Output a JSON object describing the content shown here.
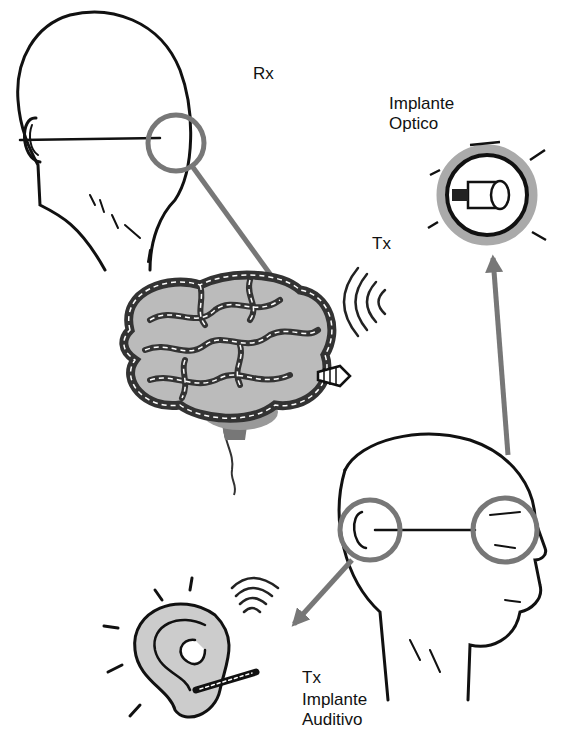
{
  "diagram": {
    "labels": [
      "Rx",
      "Implante Optico",
      "Tx",
      "Tx",
      "Implante Auditivo"
    ]
  }
}
